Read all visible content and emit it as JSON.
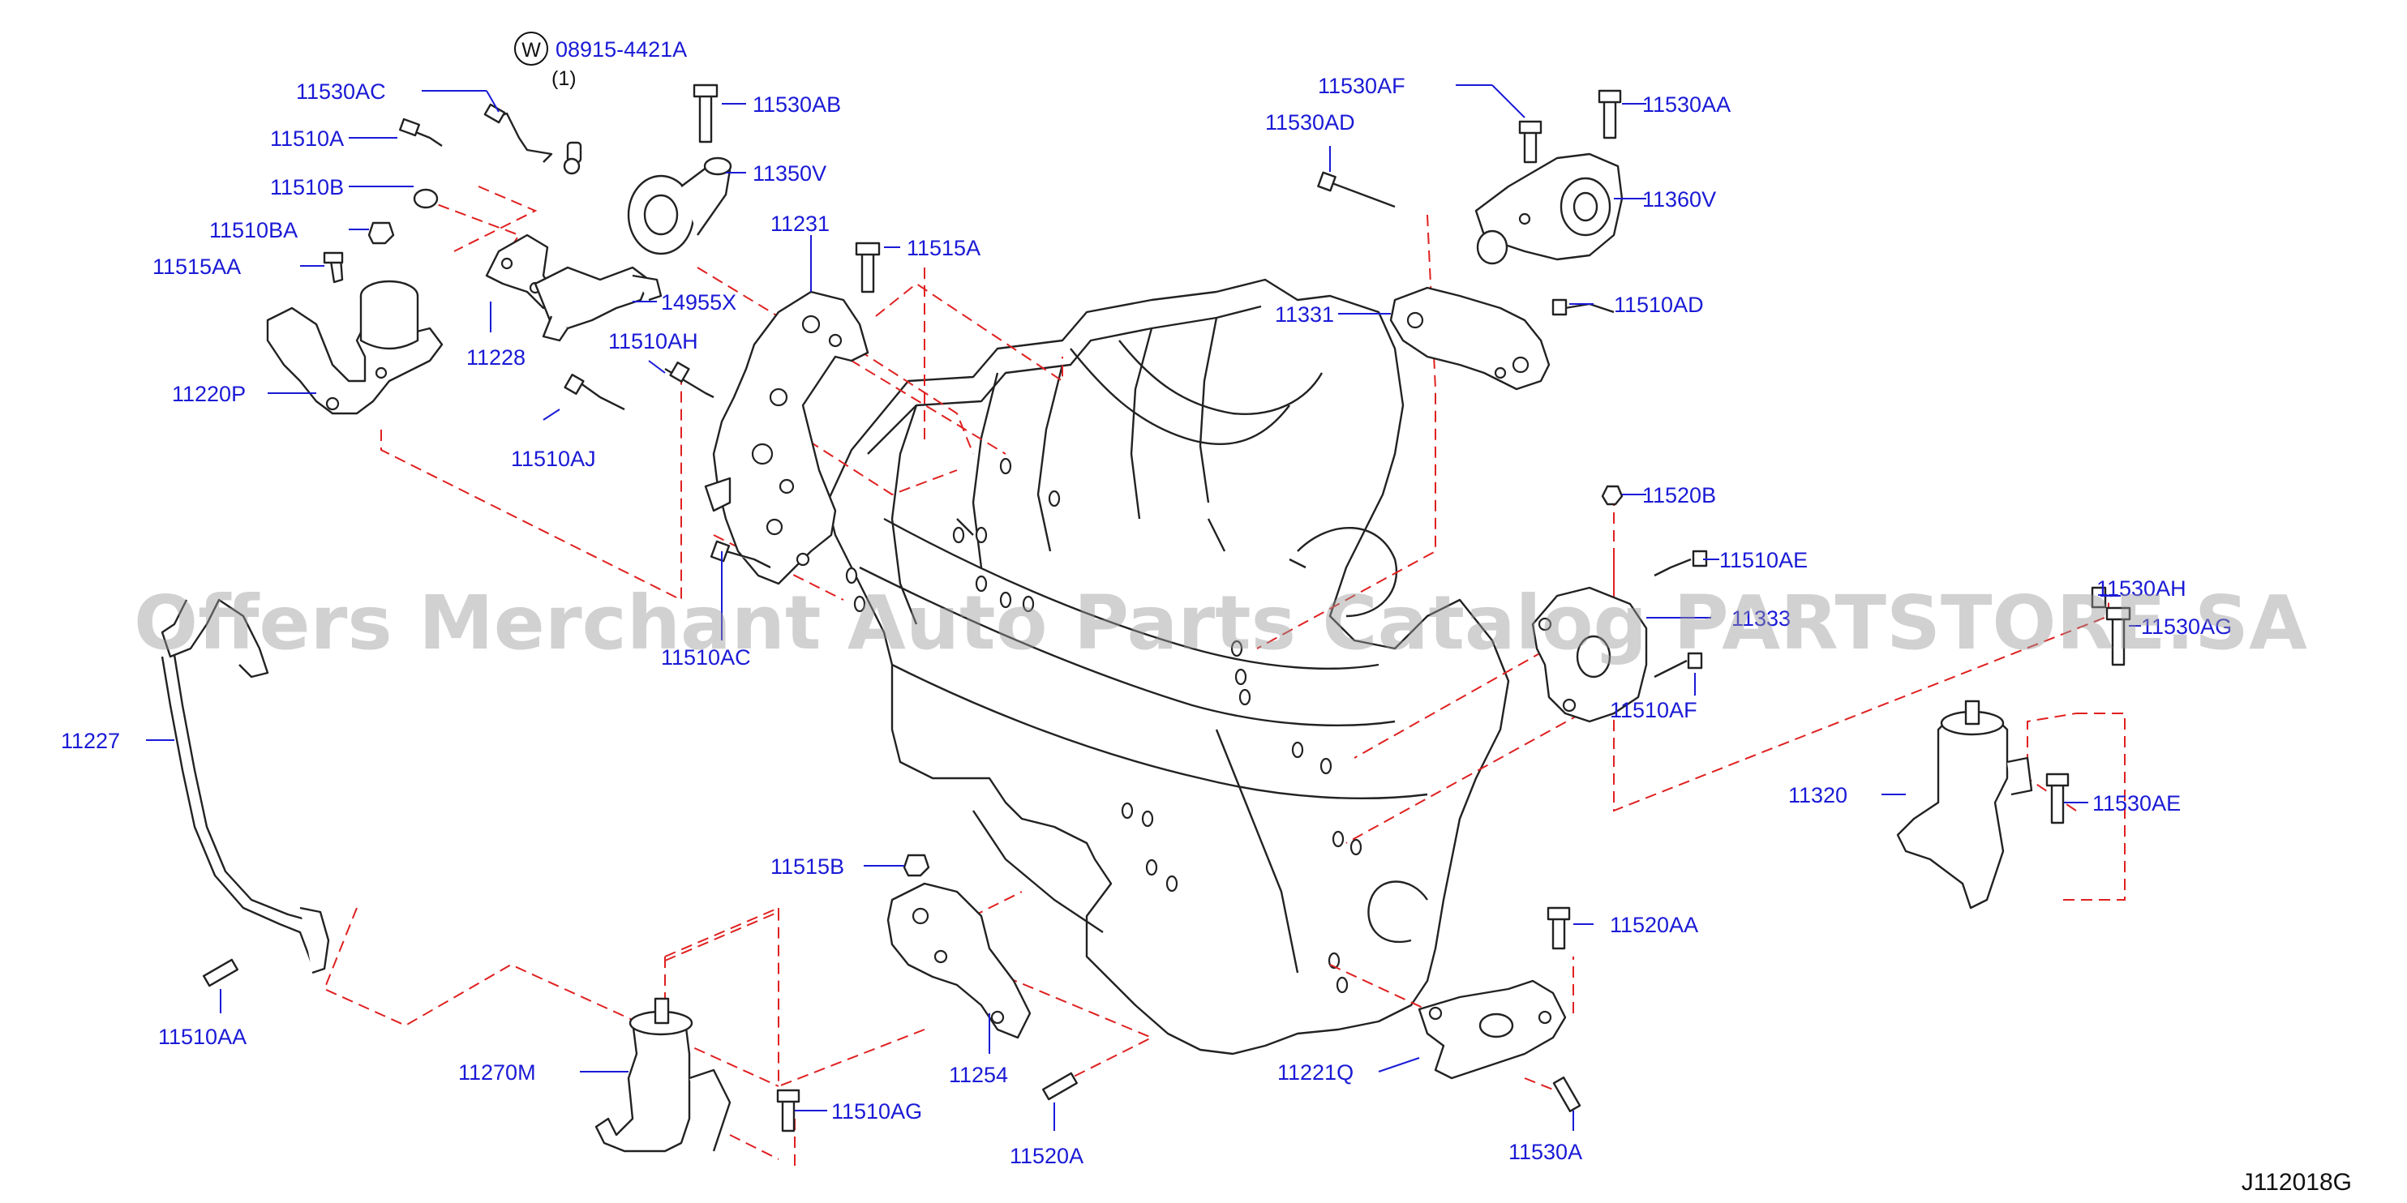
{
  "diagram": {
    "code": "J112018G",
    "watermark": "Offers Merchant Auto Parts Catalog PARTSTORE.SA",
    "washer_symbol": "W",
    "washer_part_no": "08915-4421A",
    "washer_qty": "(1)"
  },
  "labels": [
    {
      "id": "11530AC",
      "text": "11530AC"
    },
    {
      "id": "11510A",
      "text": "11510A"
    },
    {
      "id": "11510B",
      "text": "11510B"
    },
    {
      "id": "11510BA",
      "text": "11510BA"
    },
    {
      "id": "11515AA",
      "text": "11515AA"
    },
    {
      "id": "11220P",
      "text": "11220P"
    },
    {
      "id": "11228",
      "text": "11228"
    },
    {
      "id": "14955X",
      "text": "14955X"
    },
    {
      "id": "11530AB",
      "text": "11530AB"
    },
    {
      "id": "11350V",
      "text": "11350V"
    },
    {
      "id": "11231",
      "text": "11231"
    },
    {
      "id": "11515A",
      "text": "11515A"
    },
    {
      "id": "11510AH",
      "text": "11510AH"
    },
    {
      "id": "11510AJ",
      "text": "11510AJ"
    },
    {
      "id": "11510AC",
      "text": "11510AC"
    },
    {
      "id": "11530AF",
      "text": "11530AF"
    },
    {
      "id": "11530AA",
      "text": "11530AA"
    },
    {
      "id": "11530AD",
      "text": "11530AD"
    },
    {
      "id": "11360V",
      "text": "11360V"
    },
    {
      "id": "11331",
      "text": "11331"
    },
    {
      "id": "11510AD",
      "text": "11510AD"
    },
    {
      "id": "11520B",
      "text": "11520B"
    },
    {
      "id": "11510AE",
      "text": "11510AE"
    },
    {
      "id": "11333",
      "text": "11333"
    },
    {
      "id": "11510AF",
      "text": "11510AF"
    },
    {
      "id": "11530AH",
      "text": "11530AH"
    },
    {
      "id": "11530AG",
      "text": "11530AG"
    },
    {
      "id": "11320",
      "text": "11320"
    },
    {
      "id": "11530AE",
      "text": "11530AE"
    },
    {
      "id": "11227",
      "text": "11227"
    },
    {
      "id": "11510AA",
      "text": "11510AA"
    },
    {
      "id": "11515B",
      "text": "11515B"
    },
    {
      "id": "11254",
      "text": "11254"
    },
    {
      "id": "11270M",
      "text": "11270M"
    },
    {
      "id": "11510AG",
      "text": "11510AG"
    },
    {
      "id": "11520A",
      "text": "11520A"
    },
    {
      "id": "11520AA",
      "text": "11520AA"
    },
    {
      "id": "11221Q",
      "text": "11221Q"
    },
    {
      "id": "11530A",
      "text": "11530A"
    }
  ]
}
